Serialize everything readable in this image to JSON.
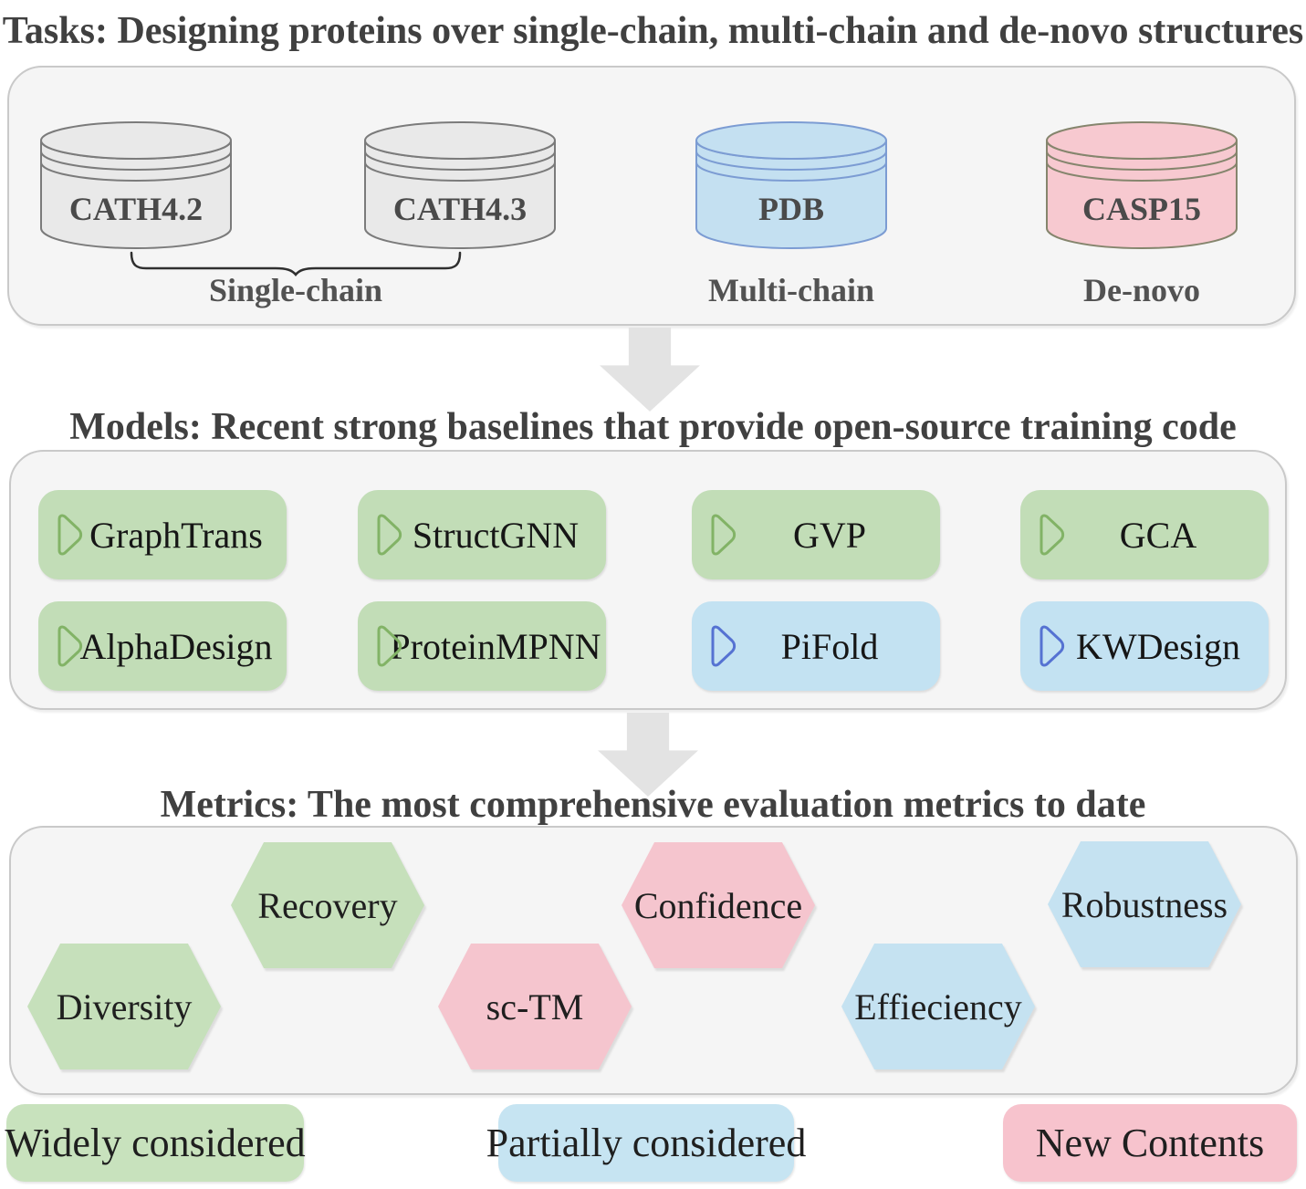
{
  "colors": {
    "panel_bg": "#f5f5f5",
    "panel_border": "#c9c9c9",
    "arrow": "#e3e3e3",
    "title_text": "#404040",
    "green_fill": "#c2ddb7",
    "blue_fill": "#c3e2f2",
    "pink_fill": "#f5c5ce",
    "gray_cylinder": "#e9e9e9",
    "blue_cylinder": "#c4e0f1",
    "pink_cylinder": "#f7c9d0",
    "green_icon_stroke": "#82b366",
    "blue_icon_stroke": "#5572d2"
  },
  "tasks": {
    "title": "Tasks: Designing proteins over single-chain, multi-chain and de-novo structures",
    "datasets": [
      {
        "label": "CATH4.2",
        "category": "single-chain"
      },
      {
        "label": "CATH4.3",
        "category": "single-chain"
      },
      {
        "label": "PDB",
        "category": "multi-chain"
      },
      {
        "label": "CASP15",
        "category": "de-novo"
      }
    ],
    "group_labels": [
      "Single-chain",
      "Multi-chain",
      "De-novo"
    ]
  },
  "models": {
    "title": "Models: Recent strong baselines that provide open-source training code",
    "items": [
      {
        "label": "GraphTrans",
        "status": "widely-considered"
      },
      {
        "label": "StructGNN",
        "status": "widely-considered"
      },
      {
        "label": "GVP",
        "status": "widely-considered"
      },
      {
        "label": "GCA",
        "status": "widely-considered"
      },
      {
        "label": "AlphaDesign",
        "status": "widely-considered"
      },
      {
        "label": "ProteinMPNN",
        "status": "widely-considered"
      },
      {
        "label": "PiFold",
        "status": "partially-considered"
      },
      {
        "label": "KWDesign",
        "status": "partially-considered"
      }
    ]
  },
  "metrics": {
    "title": "Metrics: The most comprehensive evaluation metrics to date",
    "items": [
      {
        "label": "Recovery",
        "status": "widely-considered"
      },
      {
        "label": "Confidence",
        "status": "new-content"
      },
      {
        "label": "Robustness",
        "status": "partially-considered"
      },
      {
        "label": "Diversity",
        "status": "widely-considered"
      },
      {
        "label": "sc-TM",
        "status": "new-content"
      },
      {
        "label": "Effieciency",
        "status": "partially-considered"
      }
    ]
  },
  "legend": {
    "items": [
      {
        "label": "Widely considered",
        "color": "#c8e2bd"
      },
      {
        "label": "Partially considered",
        "color": "#c6e4f2"
      },
      {
        "label": "New Contents",
        "color": "#f7c3cd"
      }
    ]
  }
}
